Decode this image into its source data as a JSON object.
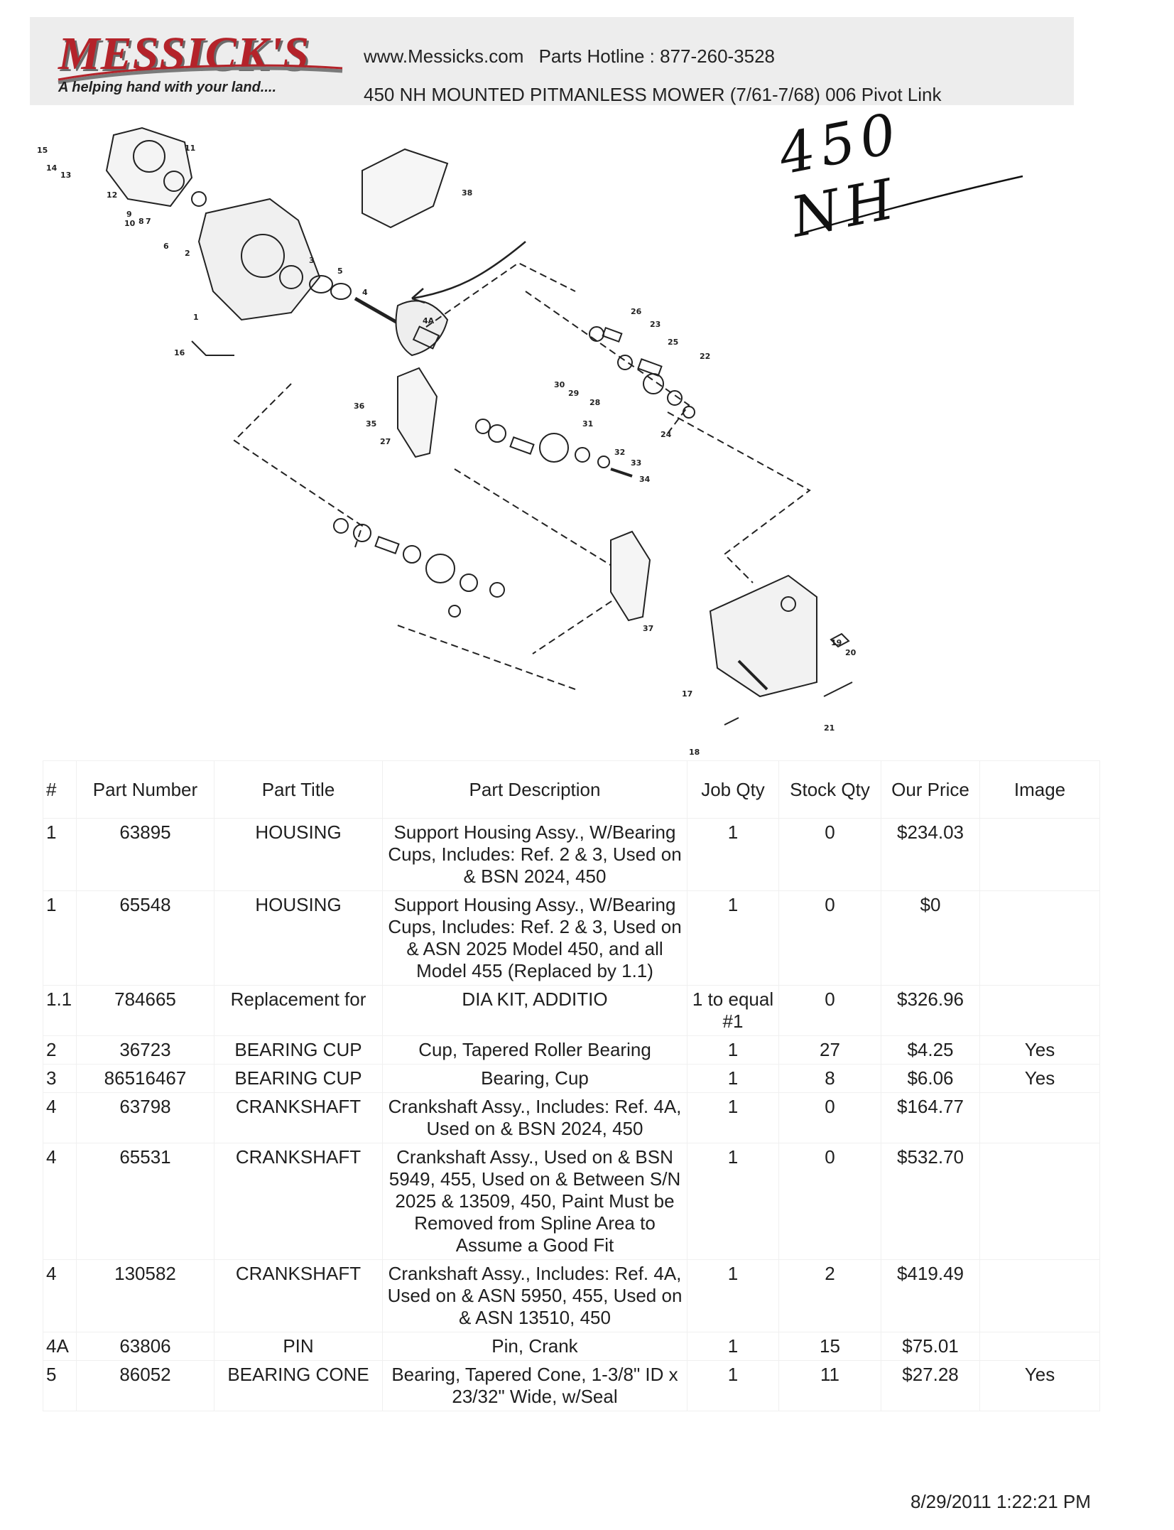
{
  "header": {
    "logo_name": "MESSICK'S",
    "logo_tagline": "A helping hand with your land....",
    "website": "www.Messicks.com",
    "hotline": "Parts Hotline : 877-260-3528",
    "subtitle": "450 NH MOUNTED PITMANLESS MOWER (7/61-7/68) 006 Pivot Link"
  },
  "handwritten_note": "450 NH",
  "diagram": {
    "callouts": [
      "1",
      "2",
      "3",
      "4",
      "4A",
      "5",
      "6",
      "7",
      "8",
      "9",
      "10",
      "11",
      "12",
      "13",
      "14",
      "15",
      "16",
      "17",
      "18",
      "19",
      "20",
      "21",
      "22",
      "23",
      "24",
      "25",
      "26",
      "27",
      "28",
      "29",
      "30",
      "31",
      "32",
      "33",
      "34",
      "35",
      "36",
      "37",
      "38"
    ]
  },
  "table": {
    "headers": [
      "#",
      "Part Number",
      "Part Title",
      "Part Description",
      "Job Qty",
      "Stock Qty",
      "Our Price",
      "Image"
    ],
    "rows": [
      {
        "num": "1",
        "part": "63895",
        "title": "HOUSING",
        "desc": "Support Housing Assy., W/Bearing Cups, Includes: Ref. 2 & 3, Used on & BSN 2024, 450",
        "job": "1",
        "stock": "0",
        "price": "$234.03",
        "image": ""
      },
      {
        "num": "1",
        "part": "65548",
        "title": "HOUSING",
        "desc": "Support Housing Assy., W/Bearing Cups, Includes: Ref. 2 & 3, Used on & ASN 2025 Model 450, and all Model 455 (Replaced by 1.1)",
        "job": "1",
        "stock": "0",
        "price": "$0",
        "image": ""
      },
      {
        "num": "1.1",
        "part": "784665",
        "title": "Replacement for",
        "desc": "DIA KIT, ADDITIO",
        "job": "1 to equal #1",
        "stock": "0",
        "price": "$326.96",
        "image": ""
      },
      {
        "num": "2",
        "part": "36723",
        "title": "BEARING CUP",
        "desc": "Cup, Tapered Roller Bearing",
        "job": "1",
        "stock": "27",
        "price": "$4.25",
        "image": "Yes"
      },
      {
        "num": "3",
        "part": "86516467",
        "title": "BEARING CUP",
        "desc": "Bearing, Cup",
        "job": "1",
        "stock": "8",
        "price": "$6.06",
        "image": "Yes"
      },
      {
        "num": "4",
        "part": "63798",
        "title": "CRANKSHAFT",
        "desc": "Crankshaft Assy., Includes: Ref. 4A, Used on & BSN 2024, 450",
        "job": "1",
        "stock": "0",
        "price": "$164.77",
        "image": ""
      },
      {
        "num": "4",
        "part": "65531",
        "title": "CRANKSHAFT",
        "desc": "Crankshaft Assy., Used on & BSN 5949, 455, Used on & Between S/N 2025 & 13509, 450, Paint Must be Removed from Spline Area to Assume a Good Fit",
        "job": "1",
        "stock": "0",
        "price": "$532.70",
        "image": ""
      },
      {
        "num": "4",
        "part": "130582",
        "title": "CRANKSHAFT",
        "desc": "Crankshaft Assy., Includes: Ref. 4A, Used on & ASN 5950, 455, Used on & ASN 13510, 450",
        "job": "1",
        "stock": "2",
        "price": "$419.49",
        "image": ""
      },
      {
        "num": "4A",
        "part": "63806",
        "title": "PIN",
        "desc": "Pin, Crank",
        "job": "1",
        "stock": "15",
        "price": "$75.01",
        "image": ""
      },
      {
        "num": "5",
        "part": "86052",
        "title": "BEARING CONE",
        "desc": "Bearing, Tapered Cone, 1-3/8\" ID x 23/32\" Wide, w/Seal",
        "job": "1",
        "stock": "11",
        "price": "$27.28",
        "image": "Yes"
      }
    ]
  },
  "timestamp": "8/29/2011 1:22:21 PM"
}
